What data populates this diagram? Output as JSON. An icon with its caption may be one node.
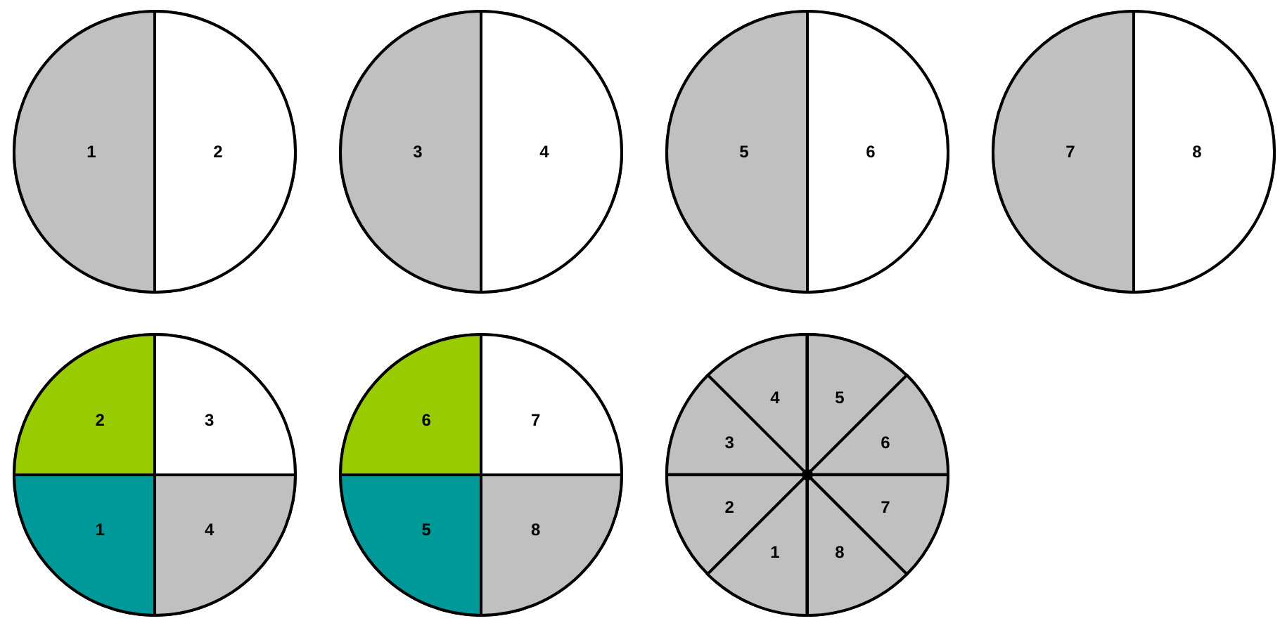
{
  "diagram": {
    "nodes": [
      {
        "text": [],
        "shape": "circle"
      },
      {
        "text": [
          "1"
        ],
        "in": 0
      },
      {
        "text": [
          "2"
        ],
        "in": 0
      },
      {
        "text": [],
        "shape": "circle"
      },
      {
        "text": [
          "3"
        ],
        "in": 3
      },
      {
        "text": [
          "4"
        ],
        "in": 3
      },
      {
        "text": [],
        "shape": "circle"
      },
      {
        "text": [
          "5"
        ],
        "in": 6
      },
      {
        "text": [
          "6"
        ],
        "in": 6
      },
      {
        "text": [],
        "shape": "circle"
      },
      {
        "text": [
          "7"
        ],
        "in": 9
      },
      {
        "text": [
          "8"
        ],
        "in": 9
      },
      {
        "text": [],
        "shape": "circle"
      },
      {
        "text": [
          "2"
        ],
        "in": 12
      },
      {
        "text": [
          "3"
        ],
        "in": 12
      },
      {
        "text": [
          "1"
        ],
        "in": 12
      },
      {
        "text": [
          "4"
        ],
        "in": 12
      },
      {
        "text": [],
        "shape": "circle"
      },
      {
        "text": [
          "6"
        ],
        "in": 17
      },
      {
        "text": [
          "7"
        ],
        "in": 17
      },
      {
        "text": [
          "5"
        ],
        "in": 17
      },
      {
        "text": [
          "8"
        ],
        "in": 17
      },
      {
        "text": [],
        "shape": "circle"
      },
      {
        "text": [
          "4"
        ],
        "in": 22
      },
      {
        "text": [
          "5"
        ],
        "in": 22
      },
      {
        "text": [
          "3"
        ],
        "in": 22
      },
      {
        "text": [
          "6"
        ],
        "in": 22
      },
      {
        "text": [
          "2"
        ],
        "in": 22
      },
      {
        "text": [
          "7"
        ],
        "in": 22
      },
      {
        "text": [
          "1"
        ],
        "in": 22
      },
      {
        "text": [
          "8"
        ],
        "in": 22
      }
    ]
  }
}
